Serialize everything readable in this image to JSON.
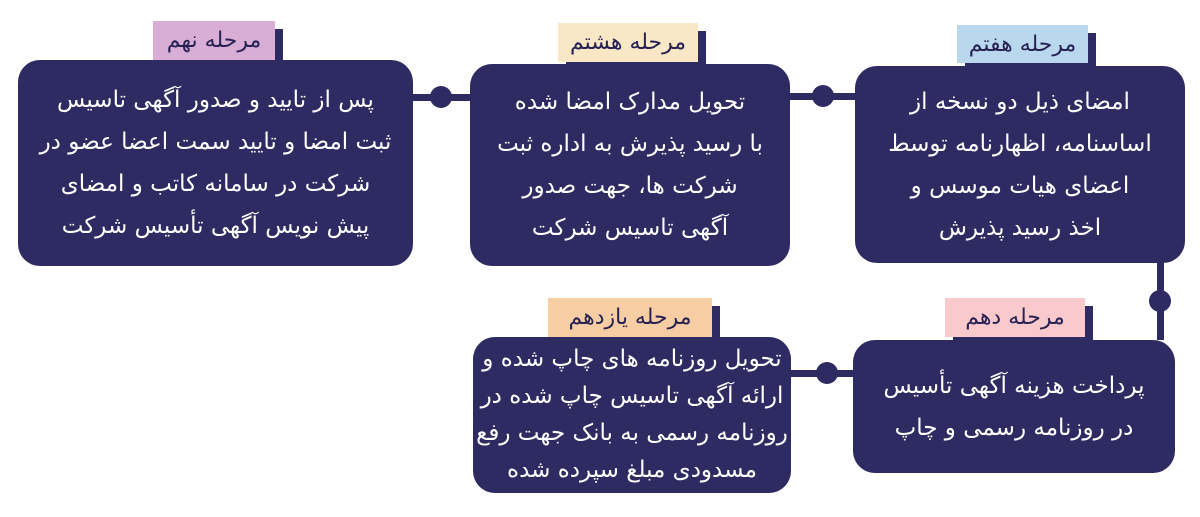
{
  "diagram": {
    "language": "fa",
    "direction": "rtl",
    "colors": {
      "box": "#2e2a62",
      "box_text": "#ffffff",
      "label_text": "#272253",
      "stage7_label_bg": "#b9d8ee",
      "stage8_label_bg": "#fae7c5",
      "stage9_label_bg": "#d8aed6",
      "stage10_label_bg": "#f9c9cc",
      "stage11_label_bg": "#f7cda3"
    },
    "stages": [
      {
        "id": "stage-7",
        "label": "مرحله هفتم",
        "label_color": "#b9d8ee",
        "lines": [
          "امضای ذیل دو نسخه از",
          "اساسنامه، اظهارنامه توسط",
          "اعضای هیات موسس و",
          "اخذ رسید پذیرش"
        ]
      },
      {
        "id": "stage-8",
        "label": "مرحله هشتم",
        "label_color": "#fae7c5",
        "lines": [
          "تحویل مدارک امضا شده",
          "با رسید پذیرش به اداره ثبت",
          "شرکت ها، جهت صدور",
          "آگهی تاسیس شرکت"
        ]
      },
      {
        "id": "stage-9",
        "label": "مرحله نهم",
        "label_color": "#d8aed6",
        "lines": [
          "پس از تایید و صدور آگهی تاسیس",
          "ثبت امضا و تایید سمت اعضا عضو در",
          "شرکت در سامانه کاتب و امضای",
          "پیش نویس آگهی تأسیس شرکت"
        ]
      },
      {
        "id": "stage-10",
        "label": "مرحله دهم",
        "label_color": "#f9c9cc",
        "lines": [
          "پرداخت هزینه آگهی تأسیس",
          "در روزنامه رسمی و چاپ"
        ]
      },
      {
        "id": "stage-11",
        "label": "مرحله یازدهم",
        "label_color": "#f7cda3",
        "lines": [
          "تحویل روزنامه های چاپ شده و",
          "ارائه آگهی تاسیس چاپ شده در",
          "روزنامه رسمی به بانک جهت رفع",
          "مسدودی مبلغ سپرده شده"
        ]
      }
    ]
  }
}
